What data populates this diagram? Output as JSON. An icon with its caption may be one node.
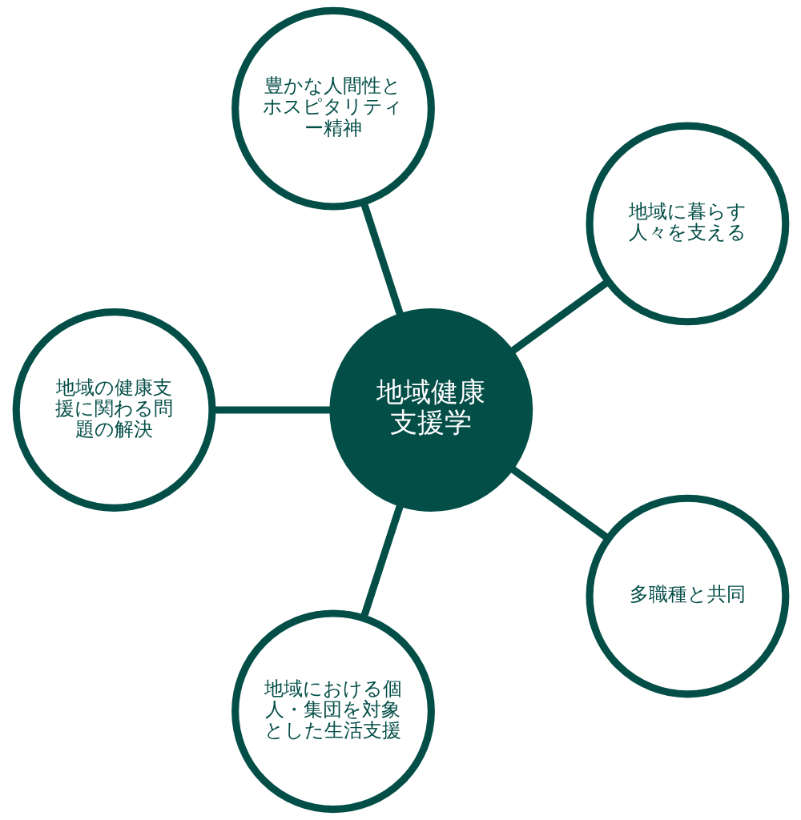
{
  "diagram": {
    "nodes": [
      {
        "text": [
          "地域健康支援学"
        ]
      },
      {
        "text": [
          "地域に暮らす人々を支える"
        ]
      },
      {
        "text": [
          "豊かな人間性とホスピタリティー精神"
        ]
      },
      {
        "text": [
          "地域の健康支援に関わる問題の解決"
        ]
      },
      {
        "text": [
          "地域における個人・集団を対象とした生活支援"
        ]
      },
      {
        "text": [
          "多職種と共同"
        ]
      }
    ],
    "edges": [
      {
        "from": 0,
        "to": 1,
        "arrow": "none"
      },
      {
        "from": 0,
        "to": 3,
        "arrow": "none"
      },
      {
        "from": 0,
        "to": 5,
        "arrow": "none"
      },
      {
        "from": 0,
        "to": 4,
        "arrow": "none"
      },
      {
        "from": 0,
        "to": 2,
        "arrow": "none"
      }
    ]
  }
}
